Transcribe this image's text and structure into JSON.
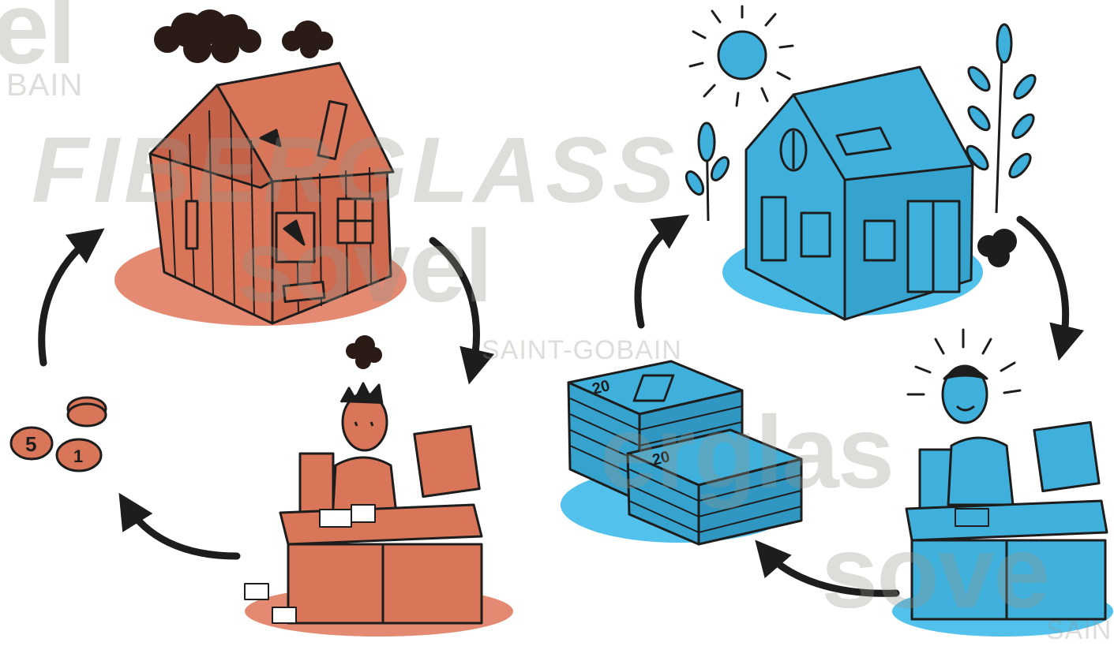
{
  "watermarks": {
    "brand_top_left": "el",
    "sub_top_left": "BAIN",
    "headline": "FIBERGLASS",
    "brand_center": "sovel",
    "sub_center": "SAINT-GOBAIN",
    "brand_right": "erglas",
    "brand_bottom_right": "sove",
    "sub_bottom_right": "SAIN"
  },
  "illustration": {
    "coin_labels": [
      "5",
      "1"
    ],
    "banknote_labels": [
      "20",
      "20"
    ]
  },
  "colors": {
    "poor_fill": "#d97558",
    "poor_shadow": "#e58a72",
    "rich_fill": "#3fb0dc",
    "rich_shadow": "#52c1ec",
    "ink": "#1d1d1d",
    "cloud": "#2b1b17",
    "watermark": "#96968c"
  },
  "icons": [
    "storm-cloud-icon",
    "sun-icon",
    "arrow-icon",
    "coin-icon",
    "banknote-icon",
    "plant-icon"
  ]
}
